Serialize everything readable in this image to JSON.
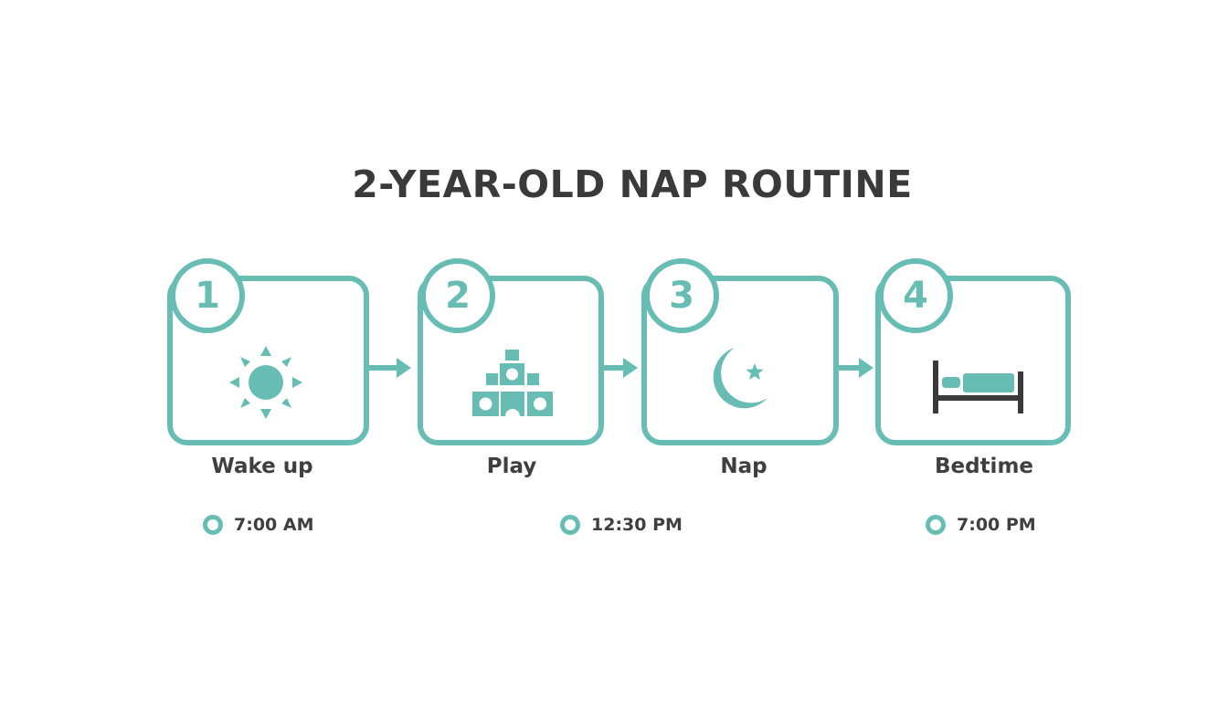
{
  "title": "2-YEAR-OLD NAP ROUTINE",
  "colors": {
    "accent": "#67bdb4",
    "text": "#3f3f3f",
    "bed_frame": "#3a3a3a"
  },
  "steps": [
    {
      "number": "1",
      "label": "Wake up",
      "icon": "sun-icon"
    },
    {
      "number": "2",
      "label": "Play",
      "icon": "blocks-icon"
    },
    {
      "number": "3",
      "label": "Nap",
      "icon": "moon-star-icon"
    },
    {
      "number": "4",
      "label": "Bedtime",
      "icon": "bed-icon"
    }
  ],
  "times": [
    "7:00 AM",
    "12:30 PM",
    "7:00 PM"
  ]
}
